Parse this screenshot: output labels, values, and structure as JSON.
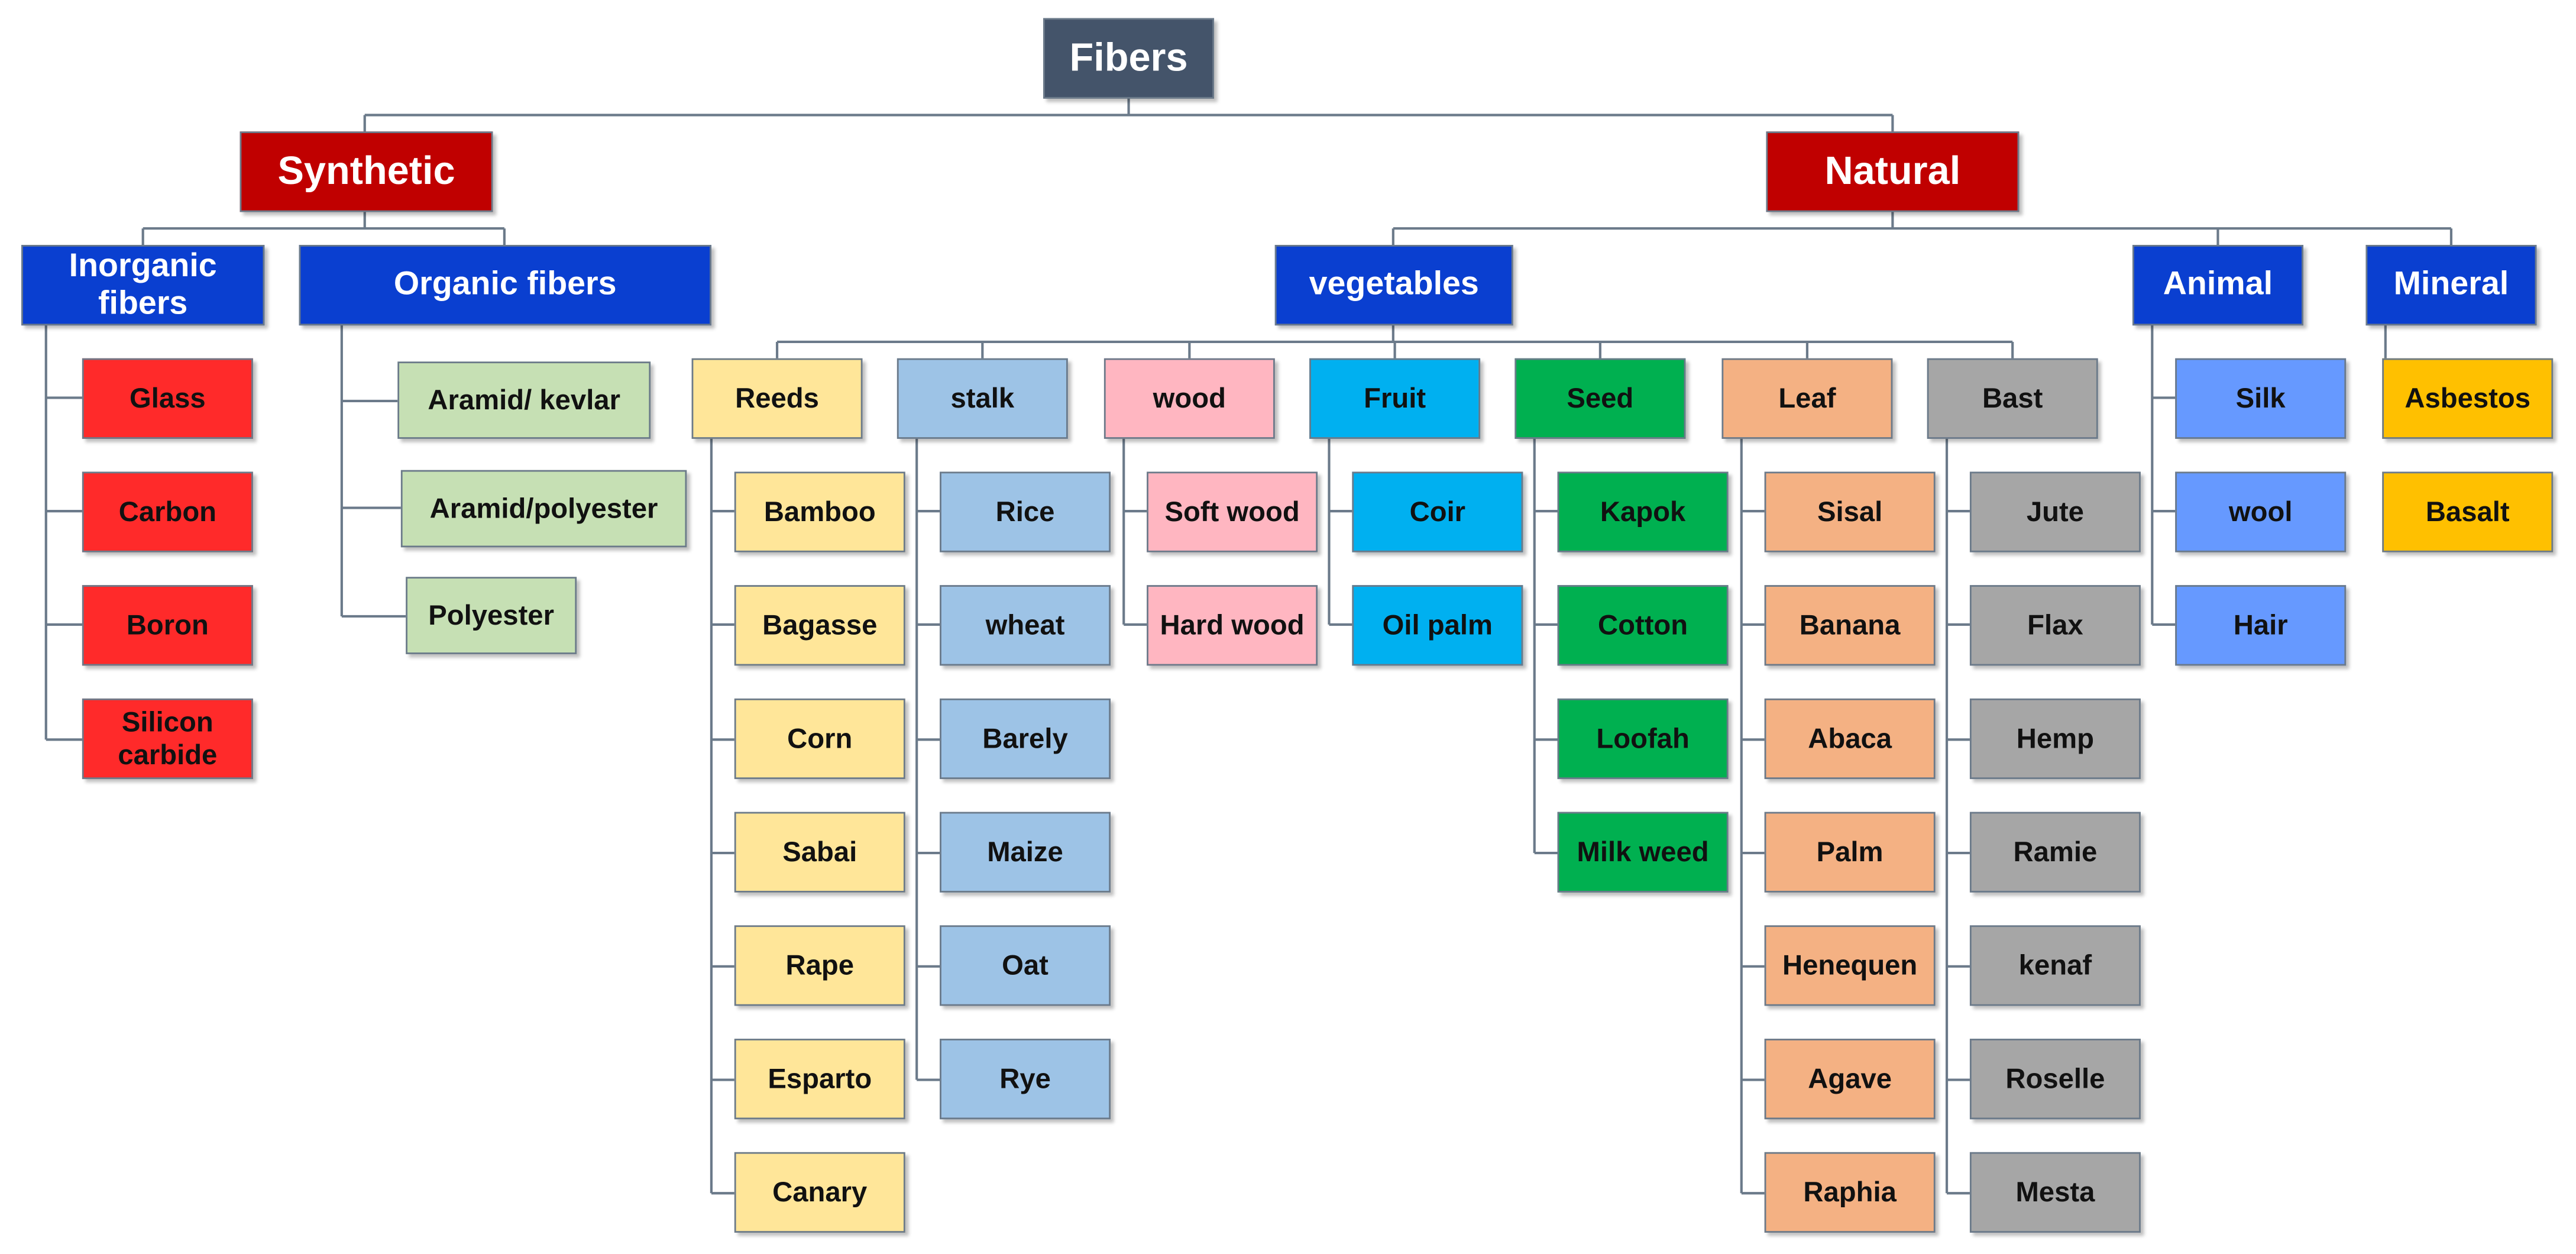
{
  "root": {
    "label": "Fibers",
    "color": "#44546a"
  },
  "synthetic": {
    "label": "Synthetic",
    "inorganic": {
      "label": "Inorganic fibers",
      "items": [
        "Glass",
        "Carbon",
        "Boron",
        "Silicon carbide"
      ]
    },
    "organic": {
      "label": "Organic fibers",
      "items": [
        "Aramid/ kevlar",
        "Aramid/polyester",
        "Polyester"
      ]
    }
  },
  "natural": {
    "label": "Natural",
    "vegetables": {
      "label": "vegetables",
      "groups": [
        {
          "label": "Reeds",
          "color": "#ffe699",
          "items": [
            "Bamboo",
            "Bagasse",
            "Corn",
            "Sabai",
            "Rape",
            "Esparto",
            "Canary"
          ]
        },
        {
          "label": "stalk",
          "color": "#9dc3e6",
          "items": [
            "Rice",
            "wheat",
            "Barely",
            "Maize",
            "Oat",
            "Rye"
          ]
        },
        {
          "label": "wood",
          "color": "#ffb6c1",
          "items": [
            "Soft wood",
            "Hard wood"
          ]
        },
        {
          "label": "Fruit",
          "color": "#00b0f0",
          "items": [
            "Coir",
            "Oil palm"
          ]
        },
        {
          "label": "Seed",
          "color": "#00b050",
          "items": [
            "Kapok",
            "Cotton",
            "Loofah",
            "Milk weed"
          ]
        },
        {
          "label": "Leaf",
          "color": "#f4b183",
          "items": [
            "Sisal",
            "Banana",
            "Abaca",
            "Palm",
            "Henequen",
            "Agave",
            "Raphia"
          ]
        },
        {
          "label": "Bast",
          "color": "#a6a6a6",
          "items": [
            "Jute",
            "Flax",
            "Hemp",
            "Ramie",
            "kenaf",
            "Roselle",
            "Mesta"
          ]
        }
      ]
    },
    "animal": {
      "label": "Animal",
      "items": [
        "Silk",
        "wool",
        "Hair"
      ]
    },
    "mineral": {
      "label": "Mineral",
      "items": [
        "Asbestos",
        "Basalt"
      ]
    }
  },
  "colors": {
    "dark_red": "#c00000",
    "blue": "#0a3fd0",
    "red": "#ff2a2a",
    "green": "#c6e0b4",
    "cornflower": "#6699ff",
    "gold": "#ffc000",
    "connector": "#6b7a8a"
  }
}
